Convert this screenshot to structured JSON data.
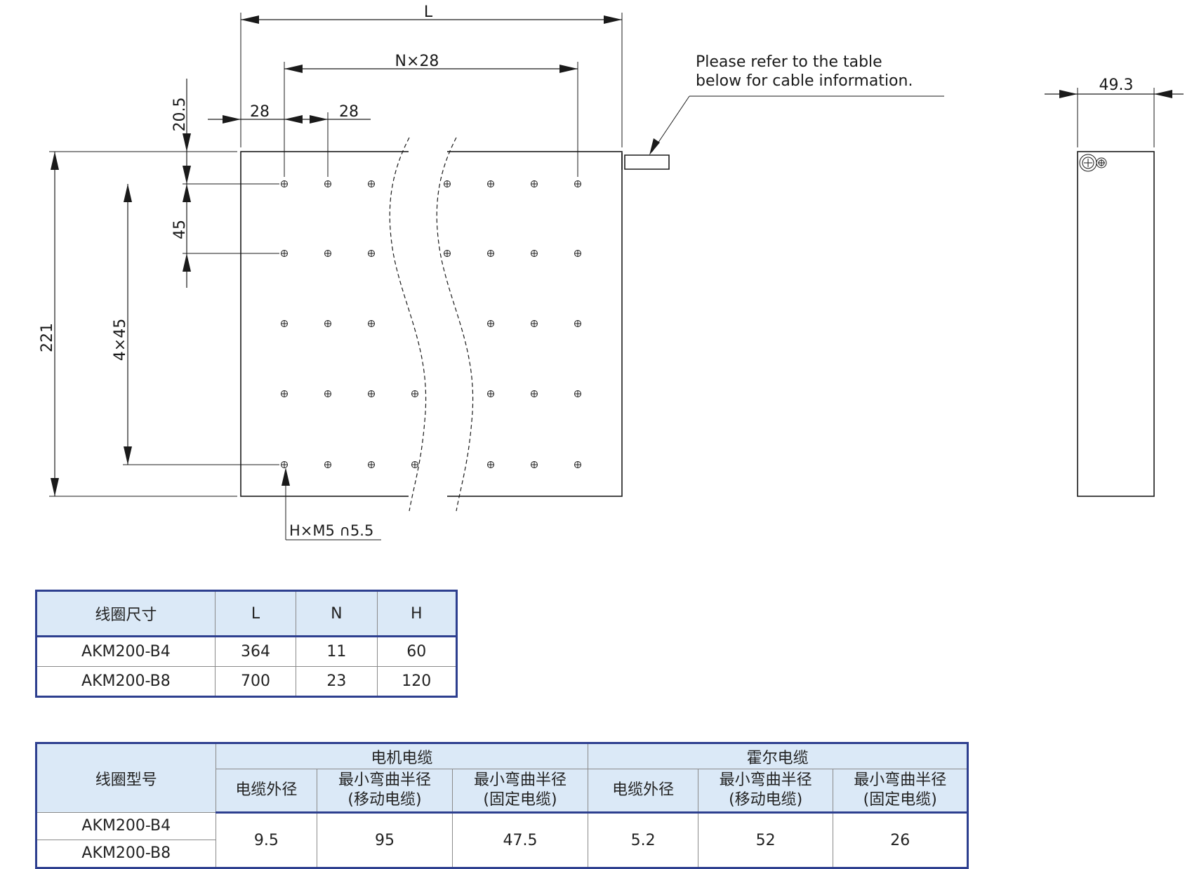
{
  "drawing": {
    "dim_L": "L",
    "dim_Nx28": "N×28",
    "dim_28_left": "28",
    "dim_28_right": "28",
    "dim_20_5": "20.5",
    "dim_45": "45",
    "dim_4x45": "4×45",
    "dim_221": "221",
    "dim_49_3": "49.3",
    "hole_callout": "H×M5 ∩5.5",
    "cable_note_line1": "Please refer to the table",
    "cable_note_line2": "below for cable information."
  },
  "table_size": {
    "headers": [
      "线圈尺寸",
      "L",
      "N",
      "H"
    ],
    "rows": [
      [
        "AKM200-B4",
        "364",
        "11",
        "60"
      ],
      [
        "AKM200-B8",
        "700",
        "23",
        "120"
      ]
    ]
  },
  "table_cable": {
    "model_header": "线圈型号",
    "group_motor": "电机电缆",
    "group_hall": "霍尔电缆",
    "sub_headers": {
      "outer_dia": "电缆外径",
      "min_bend_1": "最小弯曲半径",
      "moving": "(移动电缆)",
      "min_bend_2": "最小弯曲半径",
      "fixed": "(固定电缆)"
    },
    "models": [
      "AKM200-B4",
      "AKM200-B8"
    ],
    "values": {
      "motor_outer_dia": "9.5",
      "motor_bend_moving": "95",
      "motor_bend_fixed": "47.5",
      "hall_outer_dia": "5.2",
      "hall_bend_moving": "52",
      "hall_bend_fixed": "26"
    }
  },
  "colors": {
    "table_border": "#2d3f8f",
    "header_fill": "#dbe9f7"
  }
}
